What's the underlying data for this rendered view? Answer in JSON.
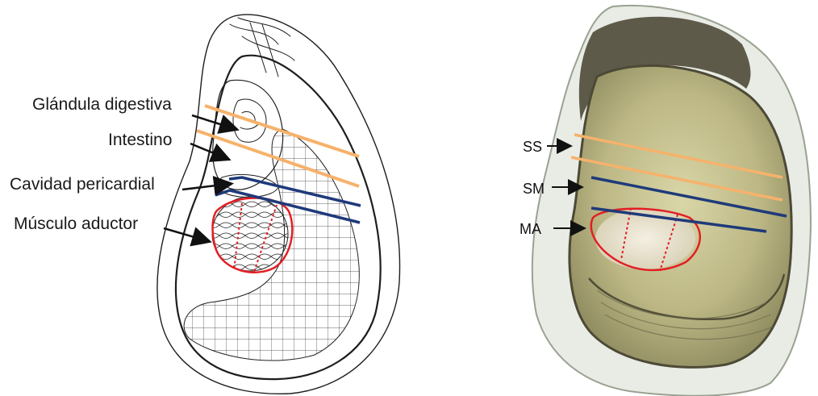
{
  "left_panel": {
    "labels": [
      {
        "id": "glandula",
        "text": "Glándula digestiva"
      },
      {
        "id": "intestino",
        "text": "Intestino"
      },
      {
        "id": "cavidad",
        "text": "Cavidad pericardial"
      },
      {
        "id": "musculo",
        "text": "Músculo aductor"
      }
    ]
  },
  "right_panel": {
    "labels": [
      {
        "id": "ss",
        "text": "SS"
      },
      {
        "id": "sm",
        "text": "SM"
      },
      {
        "id": "ma",
        "text": "MA"
      }
    ]
  },
  "colors": {
    "orange_line": "#f6b26b",
    "blue_line": "#1f3a7a",
    "red_outline": "#e31e24",
    "arrow": "#111111"
  }
}
